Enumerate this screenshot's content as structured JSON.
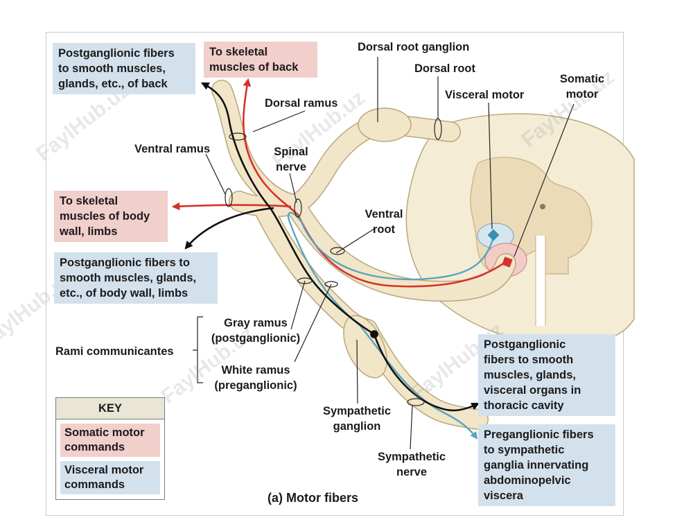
{
  "caption": "(a) Motor fibers",
  "watermark": "FaylHub.uz",
  "labels": {
    "dorsal_root_ganglion": "Dorsal root ganglion",
    "dorsal_root": "Dorsal root",
    "visceral_motor": "Visceral motor",
    "somatic_motor_line1": "Somatic",
    "somatic_motor_line2": "motor",
    "dorsal_ramus": "Dorsal ramus",
    "ventral_ramus": "Ventral ramus",
    "spinal_nerve_line1": "Spinal",
    "spinal_nerve_line2": "nerve",
    "ventral_root_line1": "Ventral",
    "ventral_root_line2": "root",
    "rami_communicantes": "Rami communicantes",
    "gray_ramus_line1": "Gray ramus",
    "gray_ramus_line2": "(postganglionic)",
    "white_ramus_line1": "White ramus",
    "white_ramus_line2": "(preganglionic)",
    "sympathetic_ganglion_line1": "Sympathetic",
    "sympathetic_ganglion_line2": "ganglion",
    "sympathetic_nerve_line1": "Sympathetic",
    "sympathetic_nerve_line2": "nerve"
  },
  "boxes": {
    "post_back": [
      "Postganglionic fibers",
      "to smooth muscles,",
      "glands, etc., of back"
    ],
    "skeletal_back": [
      "To skeletal",
      "muscles of back"
    ],
    "skeletal_body": [
      "To skeletal",
      "muscles  of body",
      "wall, limbs"
    ],
    "post_body": [
      "Postganglionic fibers to",
      "smooth muscles, glands,",
      "etc., of body  wall, limbs"
    ],
    "post_thoracic": [
      "Postganglionic",
      "fibers to smooth",
      "muscles, glands,",
      "visceral organs in",
      "thoracic cavity"
    ],
    "pre_abdominal": [
      "Preganglionic fibers",
      "to sympathetic",
      "ganglia innervating",
      "abdominopelvic",
      "viscera"
    ]
  },
  "key": {
    "title": "KEY",
    "somatic": [
      "Somatic motor",
      "commands"
    ],
    "visceral": [
      "Visceral  motor",
      "commands"
    ]
  },
  "colors": {
    "nerve_fill": "#f1e6c8",
    "nerve_edge": "#b9a57b",
    "grey_matter": "#ecdbb8",
    "somatic_red": "#d7312c",
    "visceral_blue": "#5aa3bd",
    "postganglionic_black": "#111111",
    "box_blue": "#d3e1ec",
    "box_pink": "#f1cfca"
  }
}
